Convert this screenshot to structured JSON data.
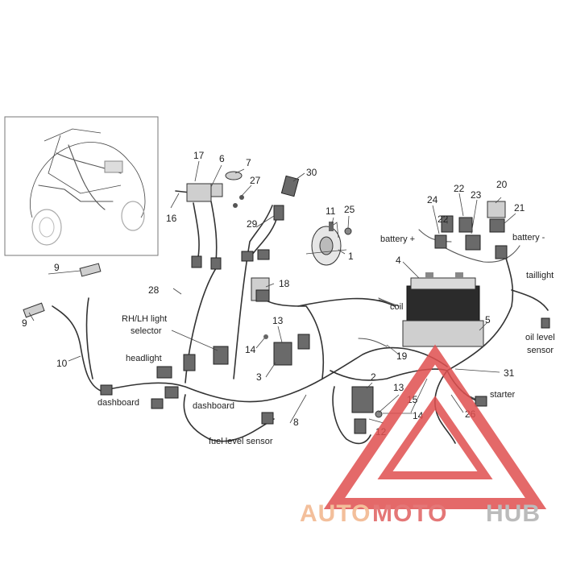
{
  "parts": {
    "p1": "1",
    "p2": "2",
    "p3": "3",
    "p4": "4",
    "p5": "5",
    "p6": "6",
    "p7": "7",
    "p8": "8",
    "p9a": "9",
    "p9b": "9",
    "p10": "10",
    "p11": "11",
    "p12": "12",
    "p13a": "13",
    "p13b": "13",
    "p14a": "14",
    "p14b": "14",
    "p15": "15",
    "p16": "16",
    "p17": "17",
    "p18": "18",
    "p19": "19",
    "p20": "20",
    "p21": "21",
    "p22a": "22",
    "p22b": "22",
    "p23": "23",
    "p24": "24",
    "p25": "25",
    "p26": "26",
    "p27": "27",
    "p28": "28",
    "p29": "29",
    "p30": "30",
    "p31": "31"
  },
  "labels": {
    "battery_plus": "battery +",
    "battery_minus": "battery -",
    "taillight": "taillight",
    "oil_level_1": "oil level",
    "oil_level_2": "sensor",
    "coil": "coil",
    "rh_lh_1": "RH/LH light",
    "rh_lh_2": "selector",
    "headlight": "headlight",
    "dashboard_1": "dashboard",
    "dashboard_2": "dashboard",
    "fuel_level_sensor": "fuel level sensor",
    "starter": "starter"
  },
  "watermark": {
    "auto": "AUTO",
    "moto": "MOTO",
    "hub": "HUB",
    "colors": {
      "auto": "#f2b48a",
      "moto": "#e06060",
      "hub": "#b0b0b0",
      "triangle": "#e05050"
    }
  }
}
